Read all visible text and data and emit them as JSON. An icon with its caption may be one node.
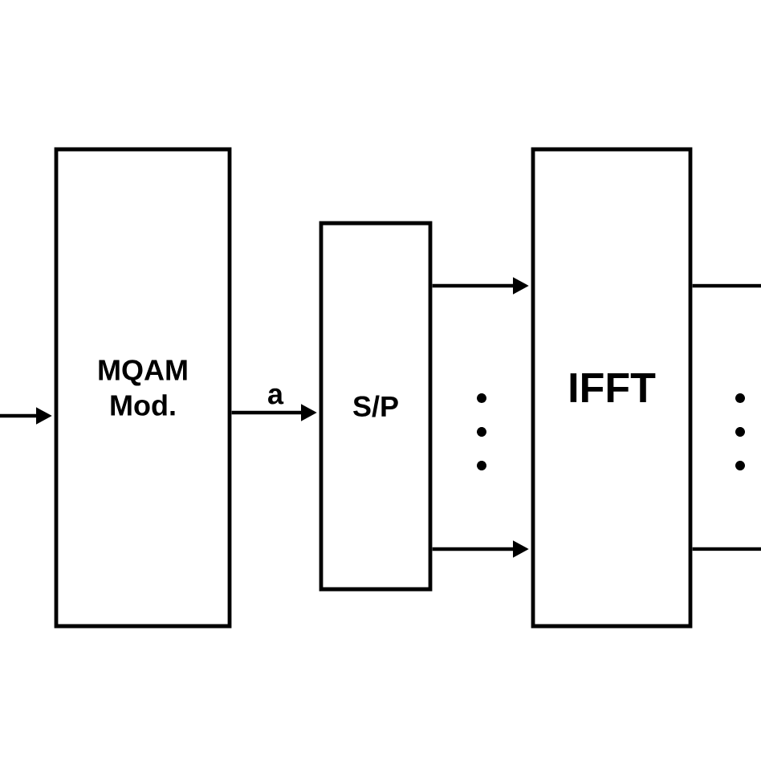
{
  "diagram": {
    "nodes": [
      {
        "text": [
          "MQAM Mod."
        ]
      },
      {
        "text": [
          "S/P"
        ]
      },
      {
        "text": [
          "IFFT"
        ]
      }
    ],
    "edges": [
      {
        "from": null,
        "to": 0,
        "arrow": "to"
      },
      {
        "from": 0,
        "to": 1,
        "arrow": "to",
        "label": "a"
      },
      {
        "from": 1,
        "to": 2,
        "arrow": "to"
      },
      {
        "from": 1,
        "to": 2,
        "arrow": "to"
      },
      {
        "from": 2,
        "to": null,
        "arrow": "none"
      },
      {
        "from": 2,
        "to": null,
        "arrow": "none"
      }
    ]
  }
}
